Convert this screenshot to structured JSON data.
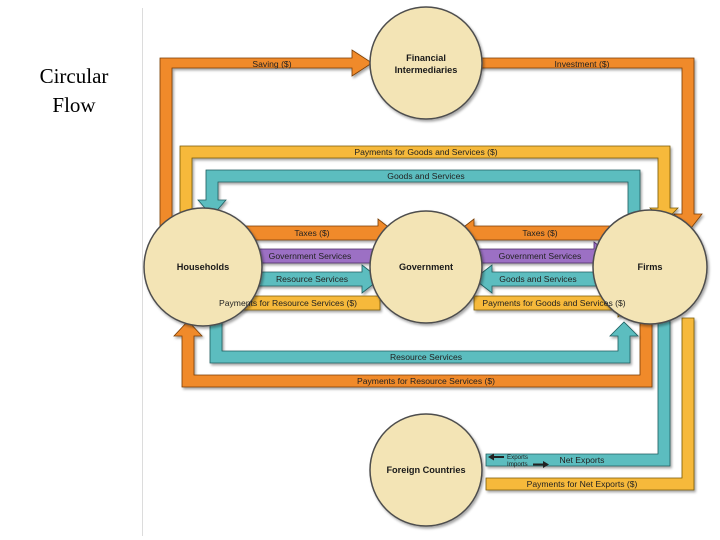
{
  "slide": {
    "title_line1": "Circular",
    "title_line2": "Flow"
  },
  "nodes": {
    "financial_line1": "Financial",
    "financial_line2": "Intermediaries",
    "households": "Households",
    "government": "Government",
    "firms": "Firms",
    "foreign": "Foreign Countries"
  },
  "flows": {
    "saving": "Saving ($)",
    "investment": "Investment ($)",
    "payments_goods_outer": "Payments for Goods and Services ($)",
    "goods_services_outer": "Goods and Services",
    "taxes_left": "Taxes ($)",
    "taxes_right": "Taxes ($)",
    "gov_services_left": "Government Services",
    "gov_services_right": "Government Services",
    "resource_services_left": "Resource Services",
    "goods_services_right": "Goods and Services",
    "payments_resource_left": "Payments for Resource Services ($)",
    "payments_goods_right": "Payments for Goods and Services ($)",
    "resource_services_outer": "Resource Services",
    "payments_resource_outer": "Payments for Resource Services ($)",
    "net_exports": "Net Exports",
    "exports": "Exports",
    "imports": "Imports",
    "payments_net_exports": "Payments for Net Exports ($)"
  },
  "colors": {
    "orange": "#f08a2c",
    "yellow": "#f6b93b",
    "teal": "#5cbdbf",
    "purple": "#9c6fc4",
    "node_fill": "#f3e4b5",
    "outline": "#4d4d4d"
  }
}
